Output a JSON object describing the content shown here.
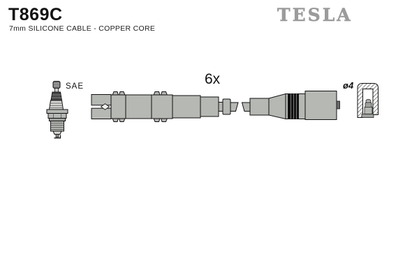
{
  "header": {
    "part_number": "T869C",
    "subtitle": "7mm SILICONE CABLE - COPPER CORE",
    "brand": "TESLA"
  },
  "drawing": {
    "quantity_label": "6x",
    "spark_plug_terminal_label": "SAE",
    "connector_diameter_label": "ø4"
  },
  "colors": {
    "body_gray": "#b5b8b3",
    "outline_black": "#111111",
    "brand_logo_gray": "#9b9b9b",
    "rib_band_black": "#111111",
    "background": "#ffffff"
  }
}
